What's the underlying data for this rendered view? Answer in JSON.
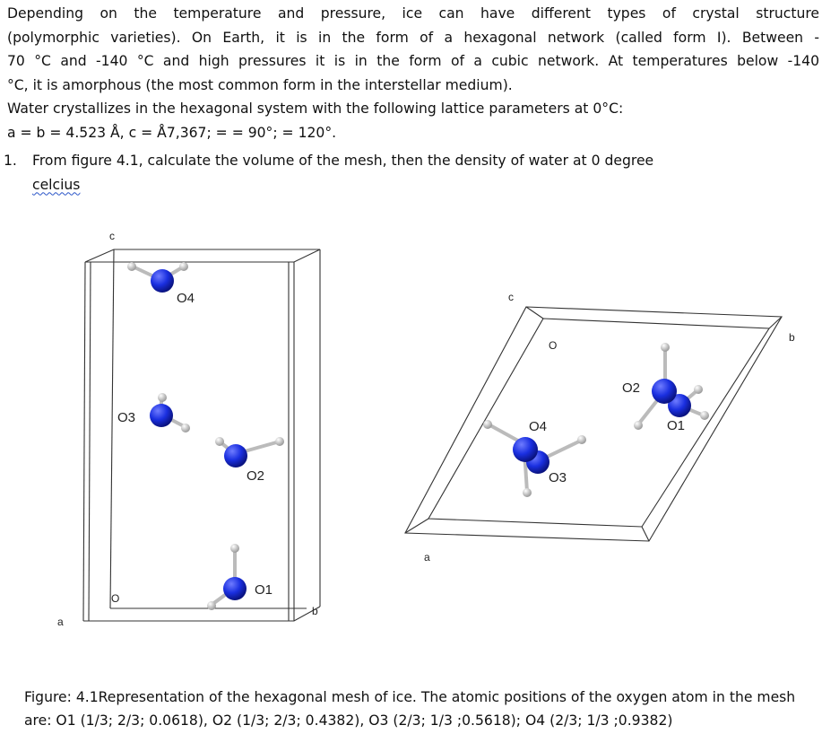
{
  "text": {
    "line1": "Depending on the temperature and pressure, ice can have different types of crystal structure",
    "line2": "(polymorphic varieties). On Earth, it is in the form of a hexagonal network (called form I). Between -",
    "line3": "70 °C and -140 °C and high pressures it is in the form of a cubic network. At temperatures below -140",
    "line4": "°C, it is amorphous (the most common form in the interstellar medium).",
    "line5": "Water crystallizes in the hexagonal system with the following lattice parameters at 0°C:",
    "line6": "a = b = 4.523 Å, c = Å7,367; = = 90°; = 120°."
  },
  "question": {
    "number": "1.",
    "text": "From figure 4.1, calculate the volume of the mesh, then the density of water at 0 degree",
    "continuation": "celcius"
  },
  "figure": {
    "left": {
      "axis_c": "c",
      "axis_a": "a",
      "axis_b": "b",
      "origin": "O",
      "atoms": [
        "O4",
        "O3",
        "O2",
        "O1"
      ]
    },
    "right": {
      "axis_c": "c",
      "axis_a": "a",
      "axis_b": "b",
      "origin": "O",
      "atoms": [
        "O2",
        "O1",
        "O4",
        "O3"
      ]
    },
    "colors": {
      "oxygen": "#1a2fe0",
      "hydrogen": "#dcdcdc",
      "frame": "#333333"
    }
  },
  "caption": {
    "line1": "Figure: 4.1Representation of the hexagonal mesh of ice. The atomic positions of the oxygen atom in the mesh",
    "line2": "are: O1 (1/3; 2/3; 0.0618), O2 (1/3; 2/3; 0.4382), O3 (2/3; 1/3 ;0.5618); O4 (2/3; 1/3 ;0.9382)"
  }
}
